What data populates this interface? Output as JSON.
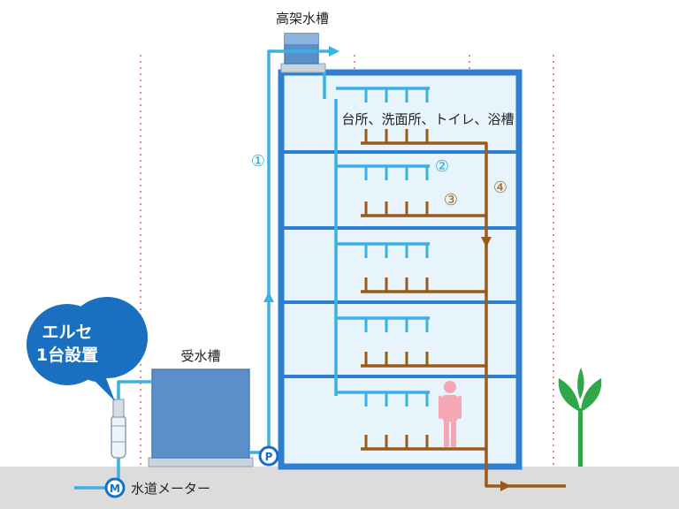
{
  "labels": {
    "elevated_tank": "高架水槽",
    "receiving_tank": "受水槽",
    "fixtures": "台所、洗面所、トイレ、浴槽",
    "meter": "水道メーター"
  },
  "badge": {
    "line1": "エルセ",
    "line2": "1台設置"
  },
  "markers": {
    "m1": "①",
    "m2": "②",
    "m3": "③",
    "m4": "④"
  },
  "symbols": {
    "pump": "P",
    "meter": "M"
  },
  "colors": {
    "supply_blue": "#3bb0e2",
    "drain_brown": "#9a5a1a",
    "building_frame": "#2f7fd1",
    "building_fill": "#e8f4fb",
    "tank_fill": "#5b8fc9",
    "badge_blue": "#1a6fc0",
    "marker_teal": "#1bb0d8",
    "marker_brown": "#a0692c",
    "guide_red": "#e06b84",
    "person_pink": "#f4a7b5",
    "plant_green": "#2fa84a",
    "ground": "#dcdcdc"
  },
  "icons": {
    "person": "person-icon",
    "plant": "plant-icon",
    "pump": "pump-icon",
    "meter": "meter-icon"
  }
}
